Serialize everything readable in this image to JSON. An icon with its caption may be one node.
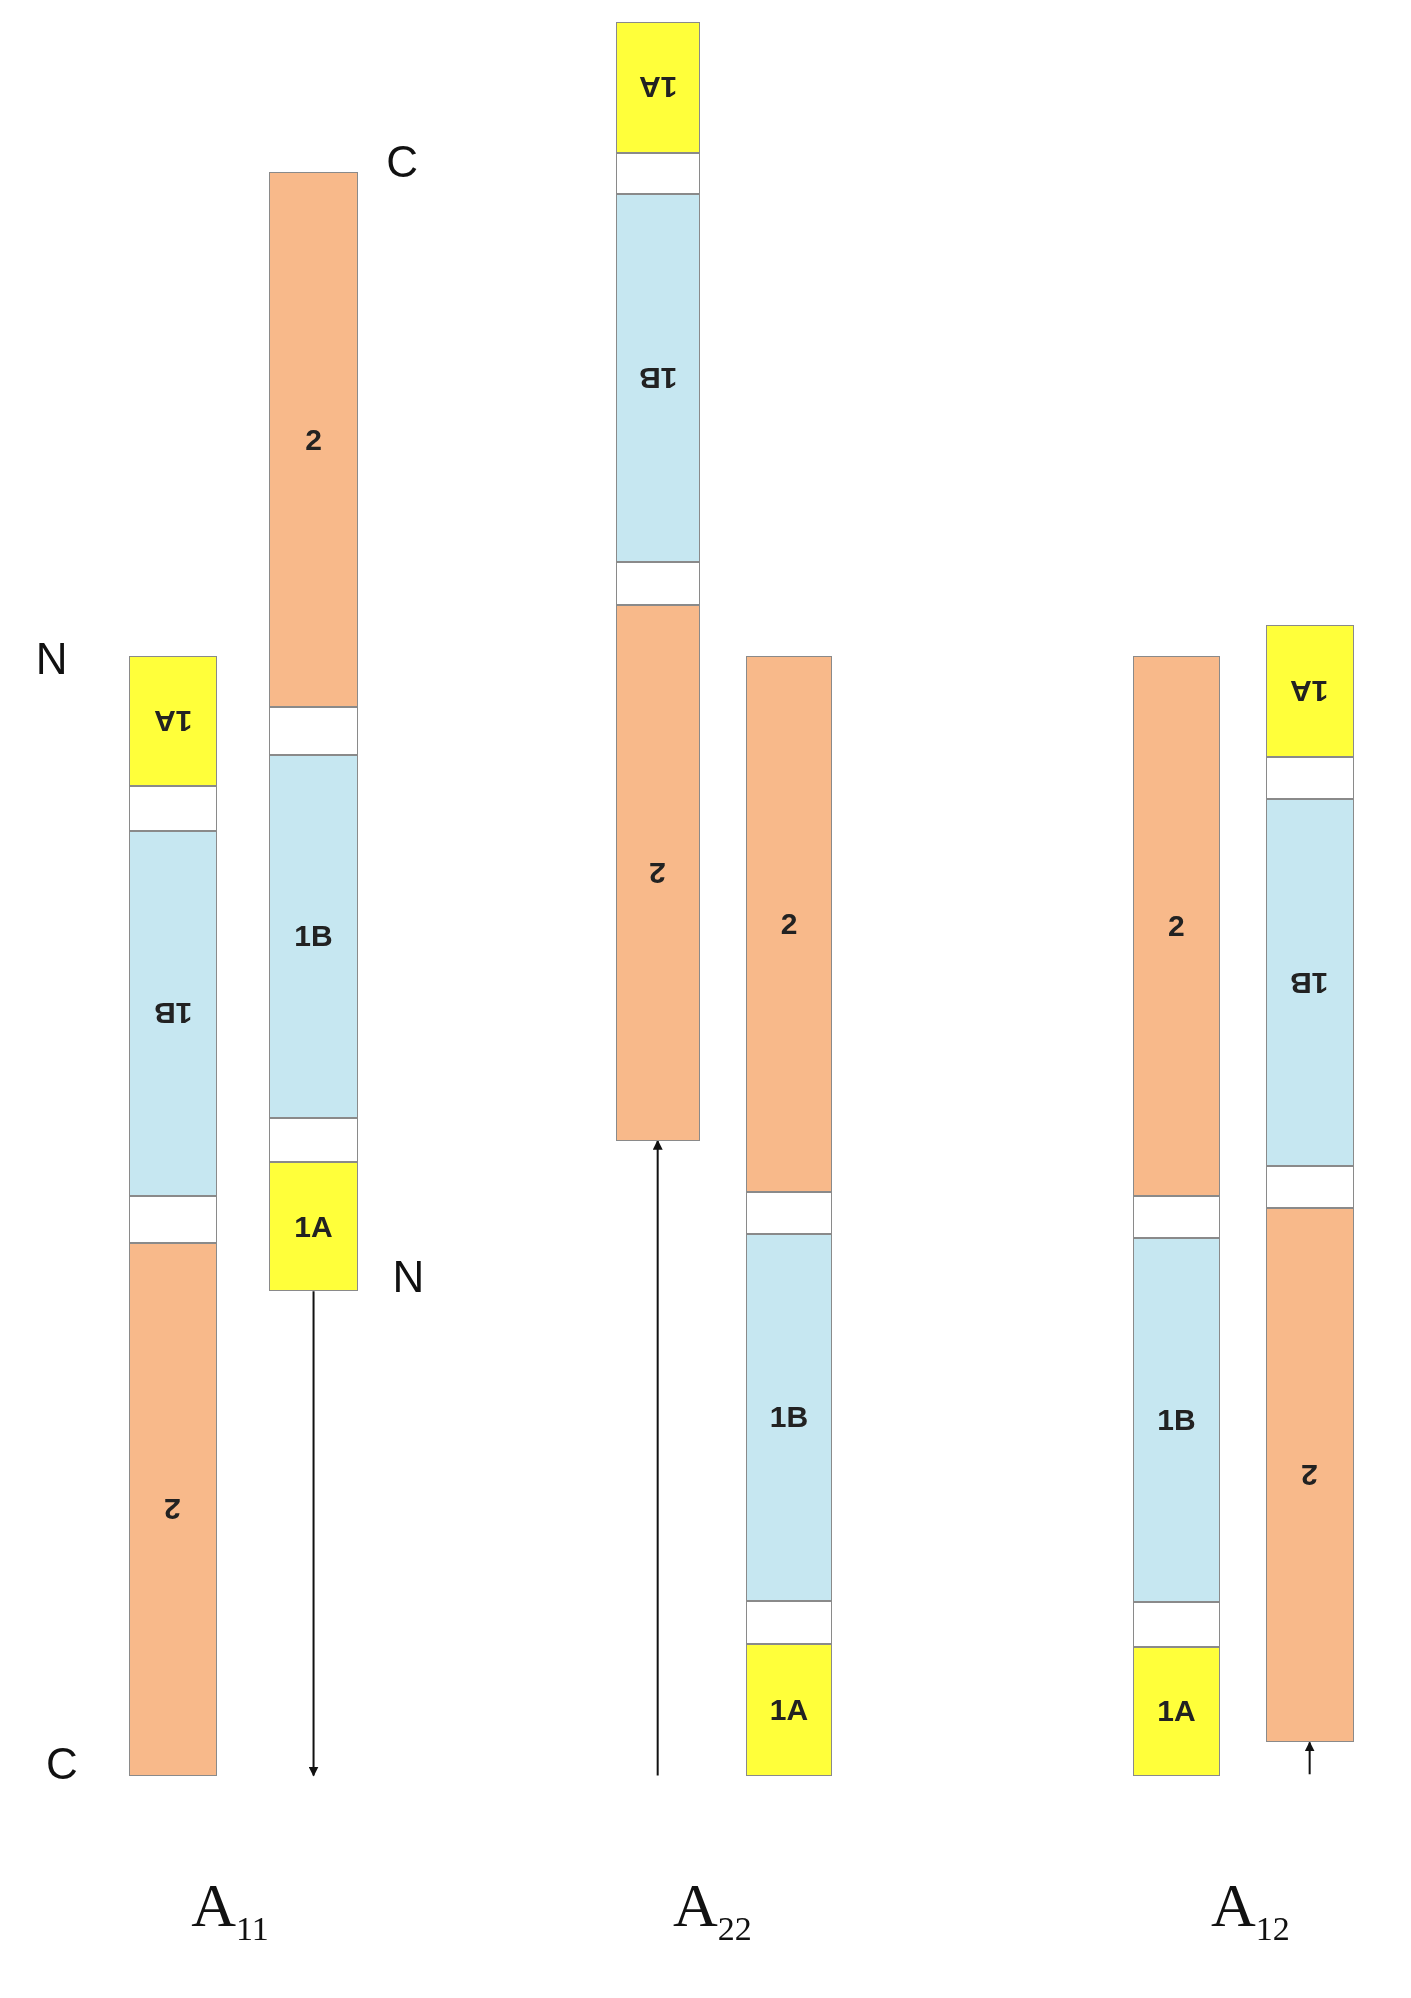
{
  "diagram": {
    "nodes": [
      {
        "text": [
          "1A"
        ]
      },
      {
        "text": [],
        "shape": "box"
      },
      {
        "text": [
          "1B"
        ]
      },
      {
        "text": [],
        "shape": "box"
      },
      {
        "text": [
          "2"
        ]
      },
      {
        "text": [
          "2"
        ]
      },
      {
        "text": [],
        "shape": "box"
      },
      {
        "text": [
          "1B"
        ]
      },
      {
        "text": [],
        "shape": "box"
      },
      {
        "text": [
          "1A"
        ]
      },
      {
        "text": [
          "1A"
        ]
      },
      {
        "text": [],
        "shape": "box"
      },
      {
        "text": [
          "1B"
        ]
      },
      {
        "text": [],
        "shape": "box"
      },
      {
        "text": [
          "2"
        ]
      },
      {
        "text": [
          "2"
        ]
      },
      {
        "text": [],
        "shape": "box"
      },
      {
        "text": [
          "1B"
        ]
      },
      {
        "text": [],
        "shape": "box"
      },
      {
        "text": [
          "1A"
        ]
      },
      {
        "text": [
          "2"
        ]
      },
      {
        "text": [],
        "shape": "box"
      },
      {
        "text": [
          "1B"
        ]
      },
      {
        "text": [],
        "shape": "box"
      },
      {
        "text": [
          "1A"
        ]
      },
      {
        "text": [
          "1A"
        ]
      },
      {
        "text": [],
        "shape": "box"
      },
      {
        "text": [
          "1B"
        ]
      },
      {
        "text": [],
        "shape": "box"
      },
      {
        "text": [
          "2"
        ]
      }
    ],
    "edges": [
      {
        "from": 9,
        "to": null,
        "arrow": "to"
      },
      {
        "from": null,
        "to": 14,
        "arrow": "to"
      },
      {
        "from": null,
        "to": 29,
        "arrow": "to"
      }
    ],
    "labels": [
      "C",
      "N",
      "N",
      "C",
      "A$_{11}$",
      "A$_{22}$",
      "A$_{12}$"
    ]
  }
}
